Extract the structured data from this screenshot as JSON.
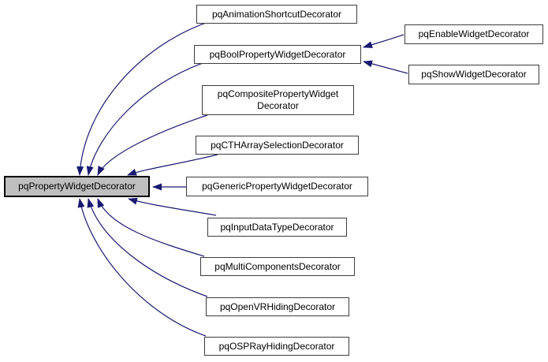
{
  "diagram": {
    "kind": "inheritance-graph",
    "colors": {
      "edge": "#191970",
      "node_border": "#3d3d3d",
      "node_fill": "#ffffff",
      "base_fill": "#bfbfbf",
      "background": "#ffffff"
    },
    "nodes": {
      "base": {
        "label": "pqPropertyWidgetDecorator"
      },
      "derived": [
        {
          "label": "pqAnimationShortcutDecorator"
        },
        {
          "label": "pqBoolPropertyWidgetDecorator"
        },
        {
          "label": "pqCompositePropertyWidget Decorator"
        },
        {
          "label": "pqCTHArraySelectionDecorator"
        },
        {
          "label": "pqGenericPropertyWidgetDecorator"
        },
        {
          "label": "pqInputDataTypeDecorator"
        },
        {
          "label": "pqMultiComponentsDecorator"
        },
        {
          "label": "pqOpenVRHidingDecorator"
        },
        {
          "label": "pqOSPRayHidingDecorator"
        }
      ],
      "bool_derived": [
        {
          "label": "pqEnableWidgetDecorator"
        },
        {
          "label": "pqShowWidgetDecorator"
        }
      ]
    }
  }
}
